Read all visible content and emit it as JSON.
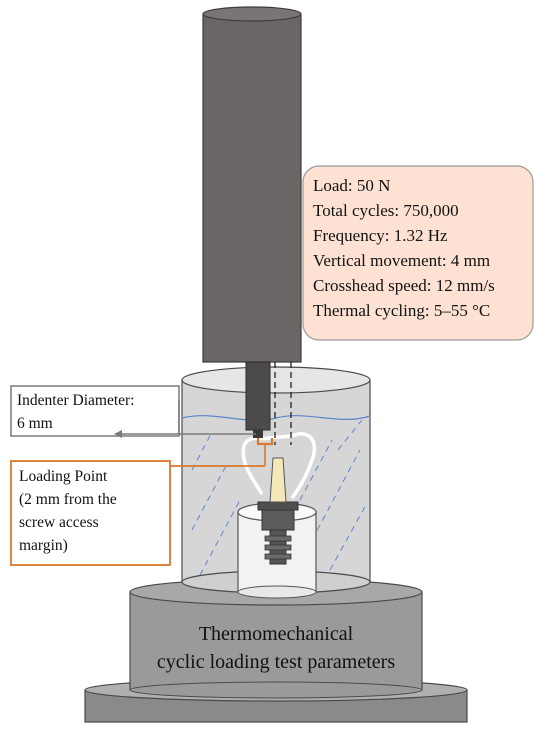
{
  "parameters": {
    "load": "Load: 50 N",
    "total_cycles": "Total cycles: 750,000",
    "frequency": "Frequency: 1.32 Hz",
    "vertical_movement": "Vertical movement: 4 mm",
    "crosshead_speed": "Crosshead speed: 12 mm/s",
    "thermal_cycling": "Thermal cycling: 5–55 °C"
  },
  "indenter_label": {
    "line1": "Indenter Diameter:",
    "line2": "6 mm"
  },
  "loading_point_label": {
    "line1": "Loading Point",
    "line2": "(2 mm from the",
    "line3": "screw access",
    "line4": "margin)"
  },
  "base_title": {
    "line1": "Thermomechanical",
    "line2": "cyclic loading test parameters"
  },
  "colors": {
    "rod": "#6b6666",
    "params_box_fill": "#fde2d4",
    "loading_point_accent": "#d9782e",
    "indenter_callout": "#7a7a7a",
    "water_line": "#5b86c8",
    "base": "#9a9a9a",
    "chamber": "#d6d6d6"
  }
}
